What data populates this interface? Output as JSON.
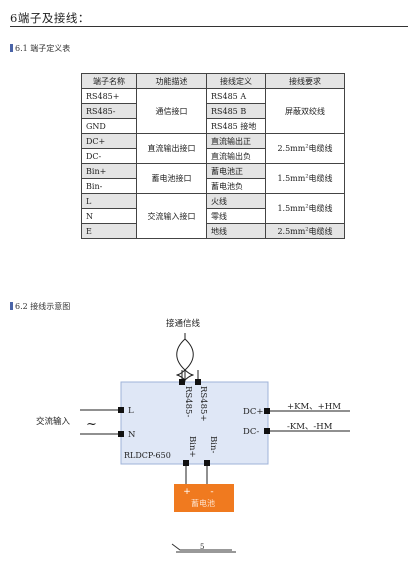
{
  "header": {
    "title": "6端子及接线："
  },
  "section1": {
    "title": "6.1  端子定义表"
  },
  "table": {
    "headers": [
      "端子名称",
      "功能描述",
      "接线定义",
      "接线要求"
    ],
    "terminals": [
      "RS485+",
      "RS485-",
      "GND",
      "DC+",
      "DC-",
      "Bin+",
      "Bin-",
      "L",
      "N",
      "E"
    ],
    "functions": [
      "通信接口",
      "直流输出接口",
      "蓄电池接口",
      "交流输入接口"
    ],
    "definitions": [
      "RS485 A",
      "RS485 B",
      "RS485 接地",
      "直流输出正",
      "直流输出负",
      "蓄电池正",
      "蓄电池负",
      "火线",
      "零线",
      "地线"
    ],
    "requirements": [
      "屏蔽双绞线",
      "2.5mm",
      "2",
      "电缆线",
      "1.5mm",
      "2",
      "电缆线",
      "1.5mm",
      "2",
      "电缆线",
      "2.5mm",
      "2",
      "电缆线"
    ]
  },
  "section2": {
    "title": "6.2  接线示意图"
  },
  "diagram": {
    "comm_label": "接通信线",
    "rs485_plus": "RS485+",
    "rs485_minus": "RS485-",
    "ac_input": "交流输入",
    "tilde": "~",
    "L": "L",
    "N": "N",
    "dc_plus": "DC+",
    "dc_minus": "DC-",
    "out_plus": "+KM、+HM",
    "out_minus": "-KM、-HM",
    "model": "RLDCP-650",
    "bin_plus": "Bin+",
    "bin_minus": "Bin-",
    "battery_plus": "+",
    "battery_minus": "-",
    "battery_label": "蓄电池",
    "colors": {
      "module_fill": "#dfe7f6",
      "module_stroke": "#9fb3d8",
      "battery_fill": "#f07a1f",
      "battery_label_fill": "#fde0c8"
    }
  },
  "footer": {
    "page": "5"
  }
}
